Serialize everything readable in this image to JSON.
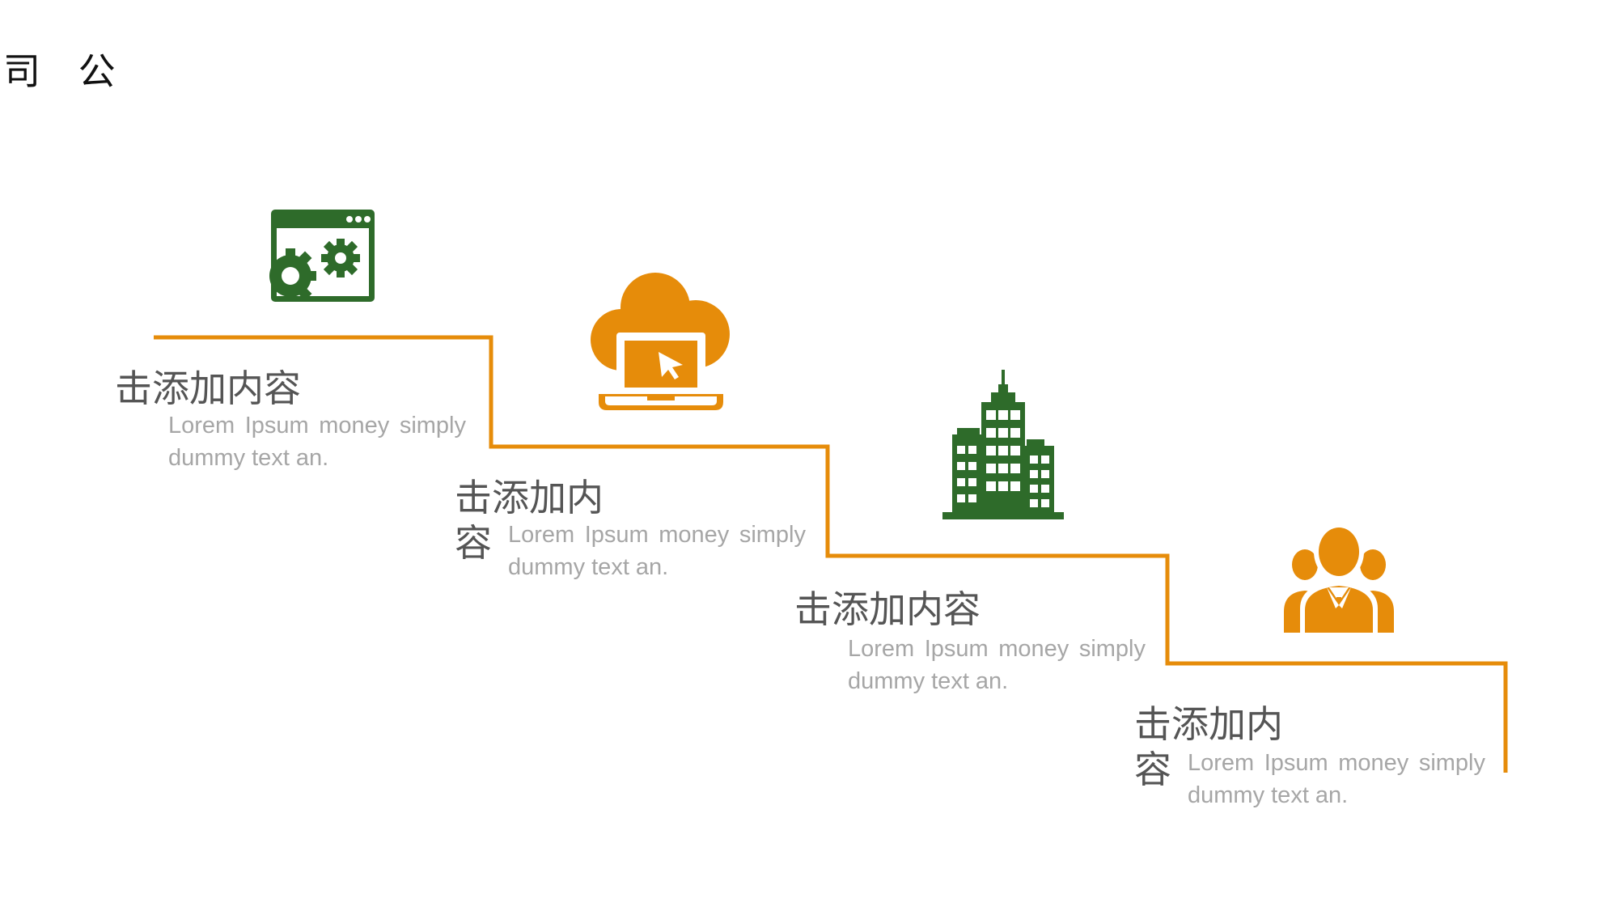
{
  "page": {
    "title": "司 公"
  },
  "colors": {
    "green": "#2e6b2a",
    "orange": "#e68c0a",
    "heading_text": "#555555",
    "desc_text": "#a6a6a6"
  },
  "steps": [
    {
      "heading": "击添加内容",
      "description": "Lorem Ipsum money simply dummy text an.",
      "icon": "browser-settings-gear-icon",
      "icon_color": "green"
    },
    {
      "heading": "击添加内容",
      "description": "Lorem Ipsum money simply dummy text an.",
      "icon": "cloud-laptop-cursor-icon",
      "icon_color": "orange"
    },
    {
      "heading": "击添加内容",
      "description": "Lorem Ipsum money simply dummy text an.",
      "icon": "city-buildings-icon",
      "icon_color": "green"
    },
    {
      "heading": "击添加内容",
      "description": "Lorem Ipsum money simply dummy text an.",
      "icon": "business-team-icon",
      "icon_color": "orange"
    }
  ]
}
